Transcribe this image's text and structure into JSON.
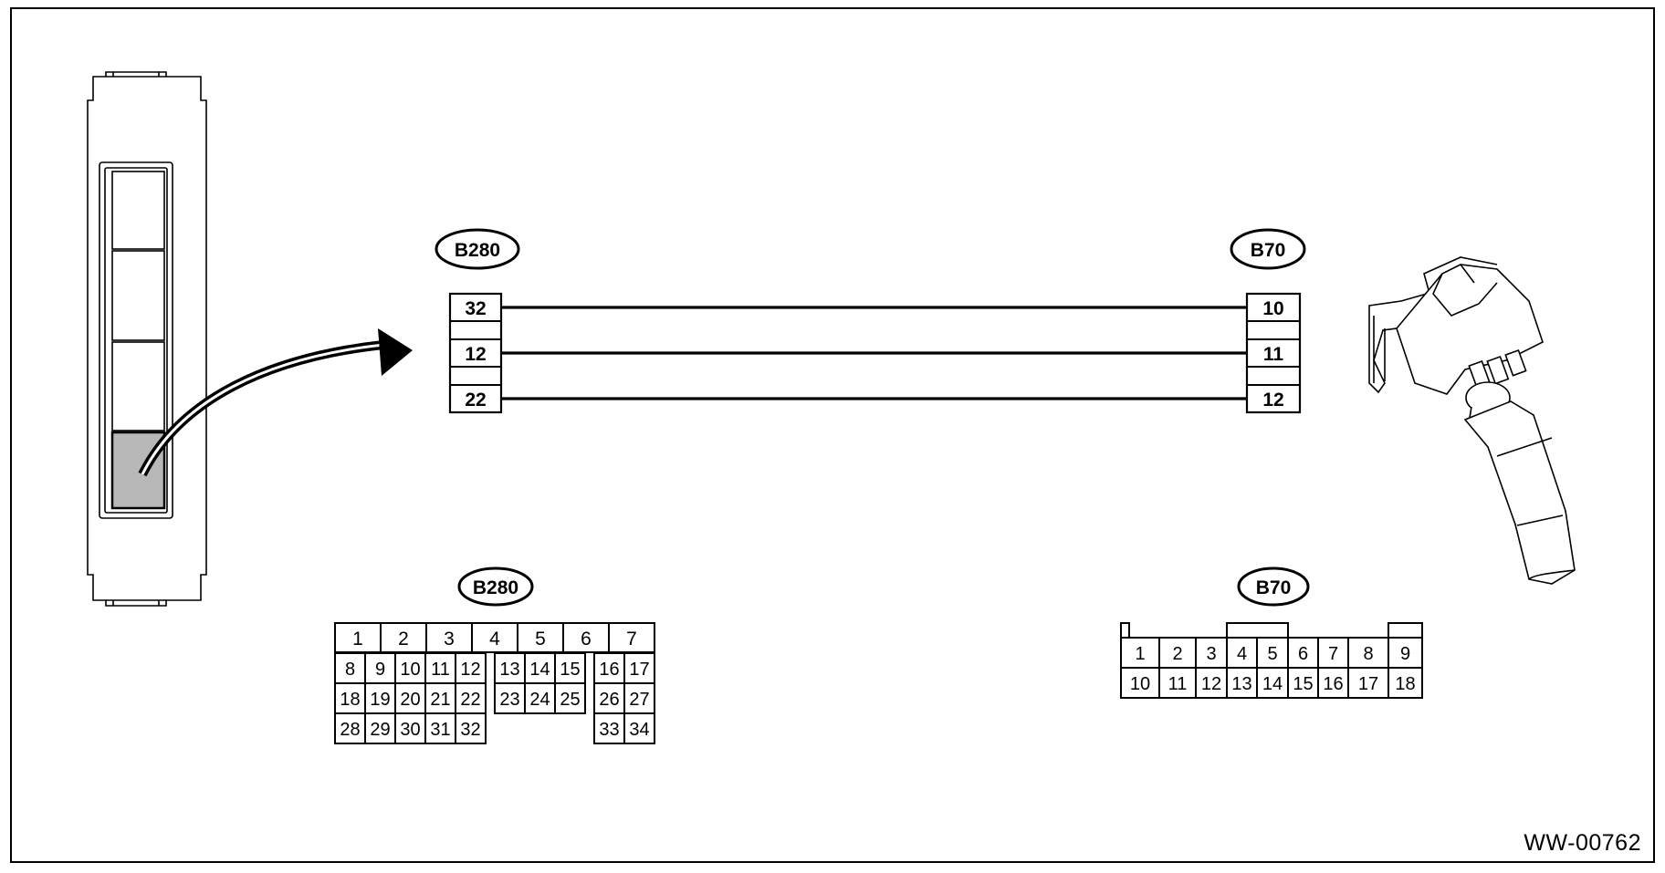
{
  "diagram_id": "WW-00762",
  "connectors": {
    "left": {
      "label": "B280"
    },
    "right": {
      "label": "B70"
    }
  },
  "wires": [
    {
      "from_pin": "32",
      "to_pin": "10"
    },
    {
      "from_pin": "12",
      "to_pin": "11"
    },
    {
      "from_pin": "22",
      "to_pin": "12"
    }
  ],
  "b280_face": {
    "label": "B280",
    "top_row": [
      "1",
      "2",
      "3",
      "4",
      "5",
      "6",
      "7"
    ],
    "rows": [
      [
        "8",
        "9",
        "10",
        "11",
        "12",
        "13",
        "14",
        "15",
        "16",
        "17"
      ],
      [
        "18",
        "19",
        "20",
        "21",
        "22",
        "23",
        "24",
        "25",
        "26",
        "27"
      ],
      [
        "28",
        "29",
        "30",
        "31",
        "32",
        "",
        "",
        "",
        "33",
        "34"
      ]
    ]
  },
  "b70_face": {
    "label": "B70",
    "rows": [
      [
        "1",
        "2",
        "3",
        "4",
        "5",
        "6",
        "7",
        "8",
        "9"
      ],
      [
        "10",
        "11",
        "12",
        "13",
        "14",
        "15",
        "16",
        "17",
        "18"
      ]
    ]
  },
  "colors": {
    "line": "#000000",
    "highlight": "#b8b8b8",
    "background": "#ffffff"
  }
}
